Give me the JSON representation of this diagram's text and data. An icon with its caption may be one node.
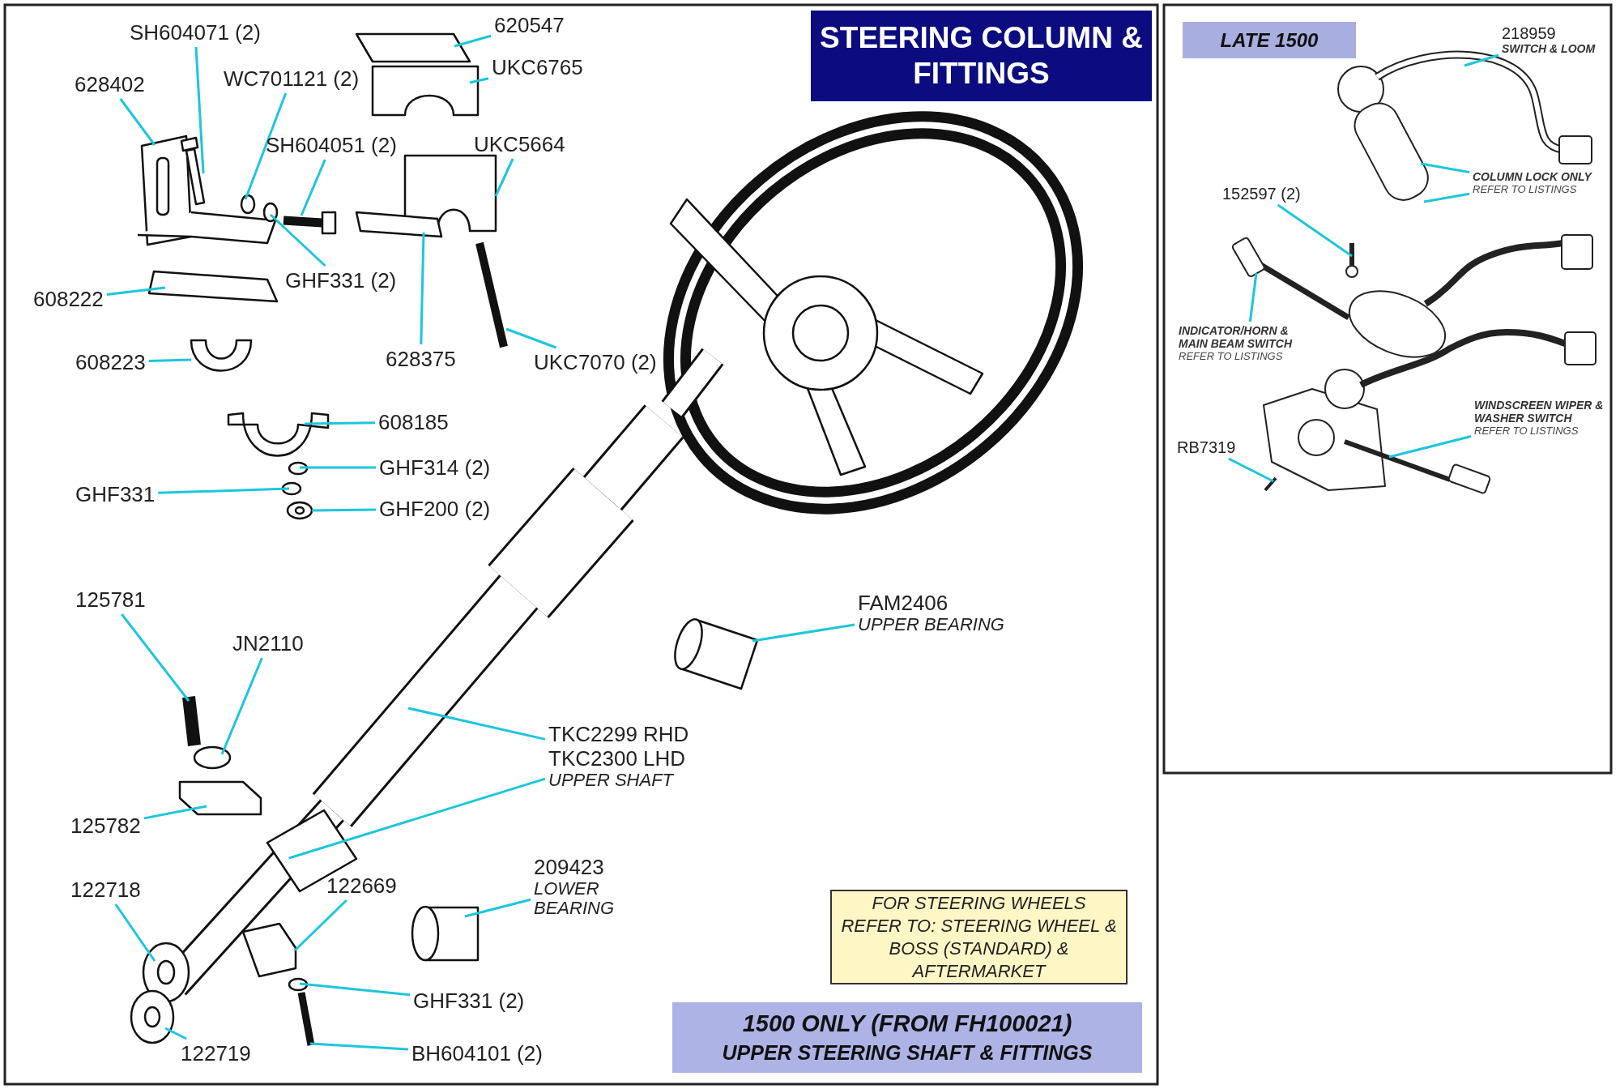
{
  "diagram": {
    "title": "STEERING COLUMN & FITTINGS",
    "nodes": [
      {
        "text": [
          "SH604071 (2)"
        ]
      },
      {
        "text": [
          "620547"
        ]
      },
      {
        "text": [
          "628402"
        ]
      },
      {
        "text": [
          "WC701121 (2)"
        ]
      },
      {
        "text": [
          "UKC6765"
        ]
      },
      {
        "text": [
          "SH604051 (2)"
        ]
      },
      {
        "text": [
          "UKC5664"
        ]
      },
      {
        "text": [
          "GHF331 (2)"
        ]
      },
      {
        "text": [
          "608222"
        ]
      },
      {
        "text": [
          "628375"
        ]
      },
      {
        "text": [
          "608223"
        ]
      },
      {
        "text": [
          "UKC7070 (2)"
        ]
      },
      {
        "text": [
          "608185"
        ]
      },
      {
        "text": [
          "GHF314 (2)"
        ]
      },
      {
        "text": [
          "GHF331"
        ]
      },
      {
        "text": [
          "GHF200 (2)"
        ]
      },
      {
        "text": [
          "FAM2406",
          "UPPER BEARING"
        ]
      },
      {
        "text": [
          "125781"
        ]
      },
      {
        "text": [
          "JN2110"
        ]
      },
      {
        "text": [
          "TKC2299 RHD",
          "TKC2300 LHD",
          "UPPER SHAFT"
        ]
      },
      {
        "text": [
          "125782"
        ]
      },
      {
        "text": [
          "209423",
          "LOWER BEARING"
        ]
      },
      {
        "text": [
          "122718"
        ]
      },
      {
        "text": [
          "122669"
        ]
      },
      {
        "text": [
          "GHF331 (2)"
        ]
      },
      {
        "text": [
          "122719"
        ]
      },
      {
        "text": [
          "BH604101 (2)"
        ]
      },
      {
        "text": [
          "FOR STEERING WHEELS REFER TO: STEERING WHEEL & BOSS (STANDARD) & AFTERMARKET"
        ]
      },
      {
        "text": [
          "1500 ONLY (FROM FH100021)",
          "UPPER STEERING SHAFT & FITTINGS"
        ]
      },
      {
        "text": [
          "LATE 1500"
        ]
      },
      {
        "text": [
          "218959",
          "SWITCH & LOOM"
        ]
      },
      {
        "text": [
          "COLUMN LOCK ONLY",
          "REFER TO LISTINGS"
        ]
      },
      {
        "text": [
          "152597 (2)"
        ]
      },
      {
        "text": [
          "INDICATOR/HORN & MAIN BEAM SWITCH",
          "REFER TO LISTINGS"
        ]
      },
      {
        "text": [
          "WINDSCREEN WIPER & WASHER SWITCH",
          "REFER TO LISTINGS"
        ]
      },
      {
        "text": [
          "RB7319"
        ]
      }
    ],
    "edges": [
      {
        "from": 0,
        "to": null,
        "arrow": "none"
      },
      {
        "from": 1,
        "to": null,
        "arrow": "none"
      },
      {
        "from": 2,
        "to": null,
        "arrow": "none"
      },
      {
        "from": 3,
        "to": null,
        "arrow": "none"
      },
      {
        "from": 4,
        "to": null,
        "arrow": "none"
      },
      {
        "from": 5,
        "to": null,
        "arrow": "none"
      },
      {
        "from": 6,
        "to": null,
        "arrow": "none"
      },
      {
        "from": 7,
        "to": null,
        "arrow": "none"
      },
      {
        "from": 8,
        "to": null,
        "arrow": "none"
      },
      {
        "from": 9,
        "to": null,
        "arrow": "none"
      },
      {
        "from": 10,
        "to": null,
        "arrow": "none"
      },
      {
        "from": 11,
        "to": null,
        "arrow": "none"
      },
      {
        "from": 12,
        "to": null,
        "arrow": "none"
      },
      {
        "from": 13,
        "to": null,
        "arrow": "none"
      },
      {
        "from": 14,
        "to": null,
        "arrow": "none"
      },
      {
        "from": 15,
        "to": null,
        "arrow": "none"
      },
      {
        "from": 16,
        "to": null,
        "arrow": "none"
      },
      {
        "from": 17,
        "to": null,
        "arrow": "none"
      },
      {
        "from": 18,
        "to": null,
        "arrow": "none"
      },
      {
        "from": 19,
        "to": null,
        "arrow": "none"
      },
      {
        "from": 19,
        "to": null,
        "arrow": "none"
      },
      {
        "from": 20,
        "to": null,
        "arrow": "none"
      },
      {
        "from": 21,
        "to": null,
        "arrow": "none"
      },
      {
        "from": 22,
        "to": null,
        "arrow": "none"
      },
      {
        "from": 23,
        "to": null,
        "arrow": "none"
      },
      {
        "from": 24,
        "to": null,
        "arrow": "none"
      },
      {
        "from": 25,
        "to": null,
        "arrow": "none"
      },
      {
        "from": 26,
        "to": null,
        "arrow": "none"
      },
      {
        "from": 30,
        "to": null,
        "arrow": "none"
      },
      {
        "from": 31,
        "to": null,
        "arrow": "none"
      },
      {
        "from": 31,
        "to": null,
        "arrow": "none"
      },
      {
        "from": 32,
        "to": null,
        "arrow": "none"
      },
      {
        "from": 33,
        "to": null,
        "arrow": "none"
      },
      {
        "from": 34,
        "to": null,
        "arrow": "none"
      },
      {
        "from": 35,
        "to": null,
        "arrow": "none"
      }
    ]
  }
}
